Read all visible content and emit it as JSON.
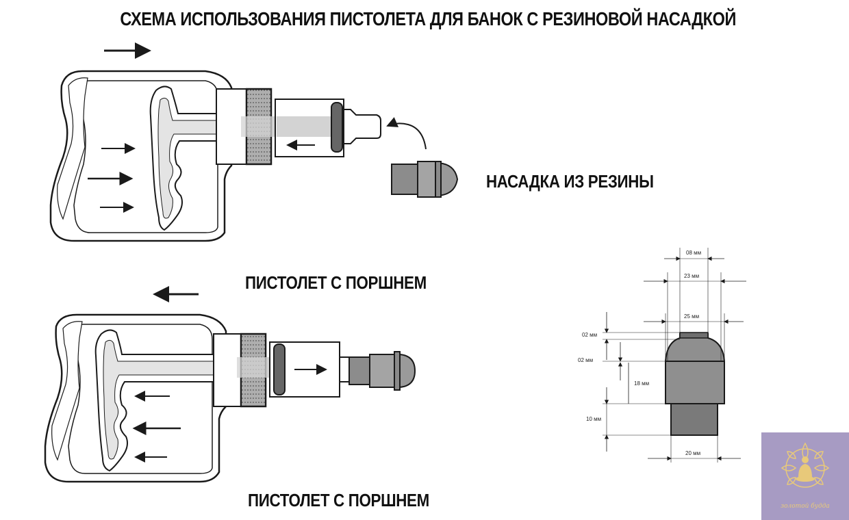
{
  "title": "СХЕМА ИСПОЛЬЗОВАНИЯ ПИСТОЛЕТА ДЛЯ БАНОК С РЕЗИНОВОЙ НАСАДКОЙ",
  "labels": {
    "nozzle": "НАСАДКА ИЗ РЕЗИНЫ",
    "gun_top": "ПИСТОЛЕТ С ПОРШНЕМ",
    "gun_bottom": "ПИСТОЛЕТ С ПОРШНЕМ"
  },
  "dimensions": {
    "top_width": "08 мм",
    "mid_width": "23 мм",
    "cap_width": "25 мм",
    "cap_top": "02 мм",
    "cap_step": "02 мм",
    "body_height": "18 мм",
    "base_height": "10 мм",
    "base_width": "20 мм"
  },
  "logo": {
    "text": "золотой будда",
    "bg_color": "#a79bc3",
    "fg_color": "#e8c97a"
  },
  "colors": {
    "line": "#1a1a1a",
    "rod": "#d3d3d3",
    "rubber": "#9a9a9a",
    "rubber_dark": "#707070"
  }
}
